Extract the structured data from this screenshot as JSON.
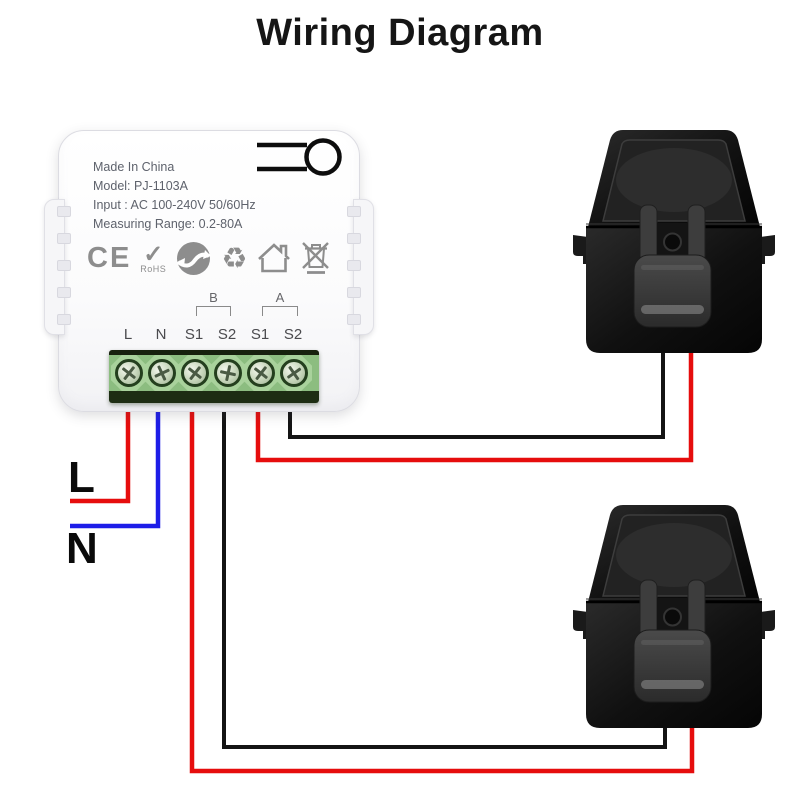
{
  "title": "Wiring Diagram",
  "device": {
    "spec": [
      "Made In China",
      "Model: PJ-1103A",
      "Input : AC 100-240V 50/60Hz",
      "Measuring Range: 0.2-80A"
    ],
    "certifications": {
      "ce": "CE",
      "rohs_check": "✓",
      "rohs": "RoHS",
      "recycle": "♻"
    },
    "groups": [
      "B",
      "A"
    ],
    "terminals": [
      "L",
      "N",
      "S1",
      "S2",
      "S1",
      "S2"
    ]
  },
  "side_labels": {
    "live": "L",
    "neutral": "N"
  },
  "wires": [
    {
      "terminal": "L",
      "color": "#e60d0d"
    },
    {
      "terminal": "N",
      "color": "#1d1de8"
    },
    {
      "terminal": "S1-B",
      "color": "#e60d0d"
    },
    {
      "terminal": "S2-B",
      "color": "#141414"
    },
    {
      "terminal": "S1-A",
      "color": "#e60d0d"
    },
    {
      "terminal": "S2-A",
      "color": "#141414"
    }
  ],
  "clamps": {
    "count": 2,
    "kind": "current-transformer-clamp"
  },
  "colors": {
    "wire_red": "#e60d0d",
    "wire_blue": "#1d1de8",
    "wire_black": "#141414",
    "terminal_green": "#8cbd80",
    "icon_gray": "#8d8d8d",
    "device_text": "#5e626c"
  }
}
